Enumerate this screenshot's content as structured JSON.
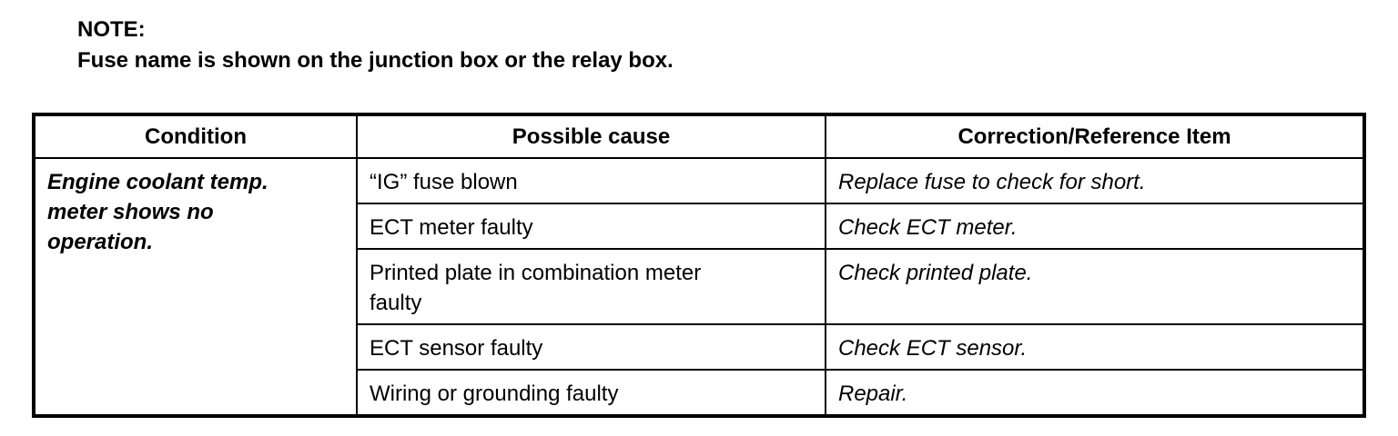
{
  "note": {
    "label": "NOTE:",
    "text": "Fuse name is shown on the junction box or the relay box."
  },
  "table": {
    "headers": [
      "Condition",
      "Possible cause",
      "Correction/Reference Item"
    ],
    "condition": "Engine coolant temp. meter shows no operation.",
    "rows": [
      {
        "cause": "“IG” fuse blown",
        "correction": "Replace fuse to check for short."
      },
      {
        "cause": "ECT meter faulty",
        "correction": "Check ECT meter."
      },
      {
        "cause": "Printed plate in combination meter faulty",
        "correction": "Check printed plate."
      },
      {
        "cause": "ECT sensor faulty",
        "correction": "Check ECT sensor."
      },
      {
        "cause": "Wiring or grounding faulty",
        "correction": "Repair."
      }
    ]
  }
}
